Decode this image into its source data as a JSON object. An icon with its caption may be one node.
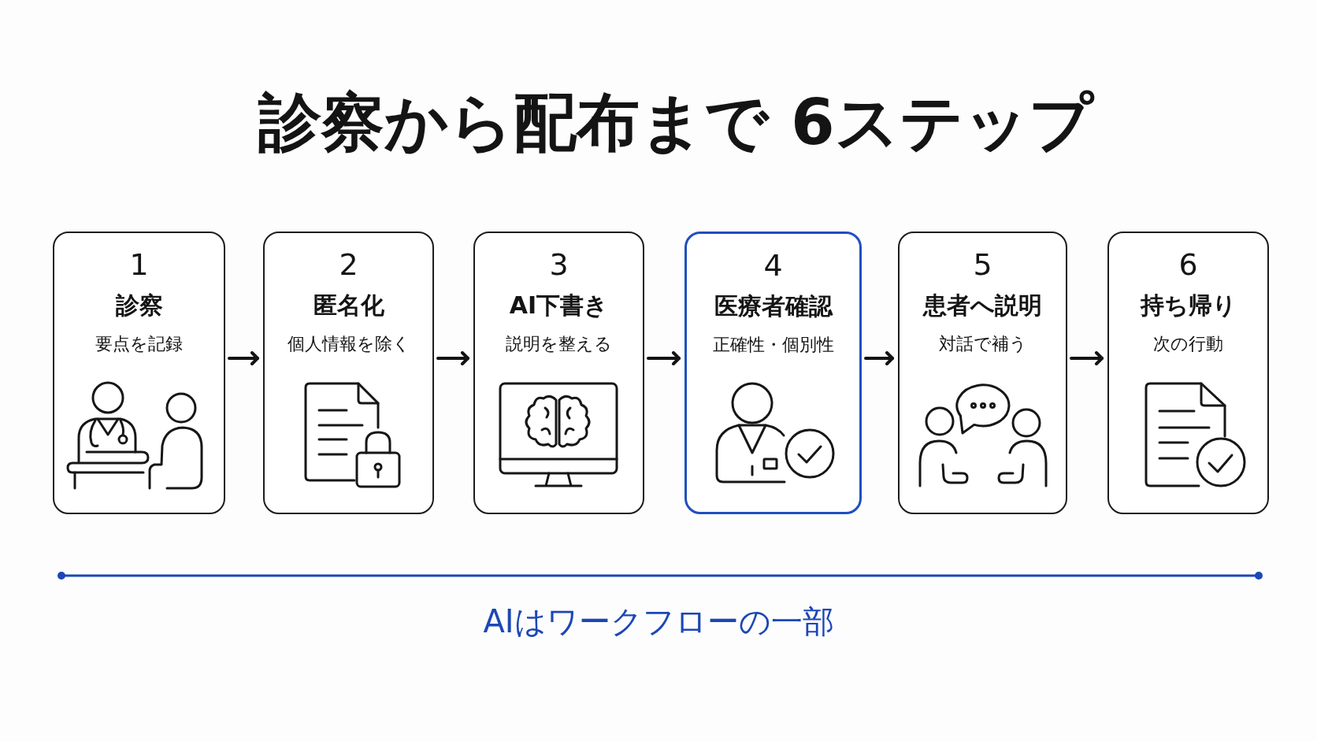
{
  "diagram": {
    "title": "診察から配布まで 6ステップ",
    "nodes": [
      {
        "text": [
          "1",
          "診察",
          "要点を記録"
        ]
      },
      {
        "text": [
          "2",
          "匿名化",
          "個人情報を除く"
        ]
      },
      {
        "text": [
          "3",
          "AI下書き",
          "説明を整える"
        ]
      },
      {
        "text": [
          "4",
          "医療者確認",
          "正確性・個別性"
        ]
      },
      {
        "text": [
          "5",
          "患者へ説明",
          "対話で補う"
        ]
      },
      {
        "text": [
          "6",
          "持ち帰り",
          "次の行動"
        ]
      }
    ],
    "edges": [
      {
        "from": 0,
        "to": 1,
        "arrow": "to"
      },
      {
        "from": 1,
        "to": 2,
        "arrow": "to"
      },
      {
        "from": 2,
        "to": 3,
        "arrow": "to"
      },
      {
        "from": 3,
        "to": 4,
        "arrow": "to"
      },
      {
        "from": 4,
        "to": 5,
        "arrow": "to"
      }
    ],
    "labels": [
      "AIはワークフローの一部"
    ]
  }
}
